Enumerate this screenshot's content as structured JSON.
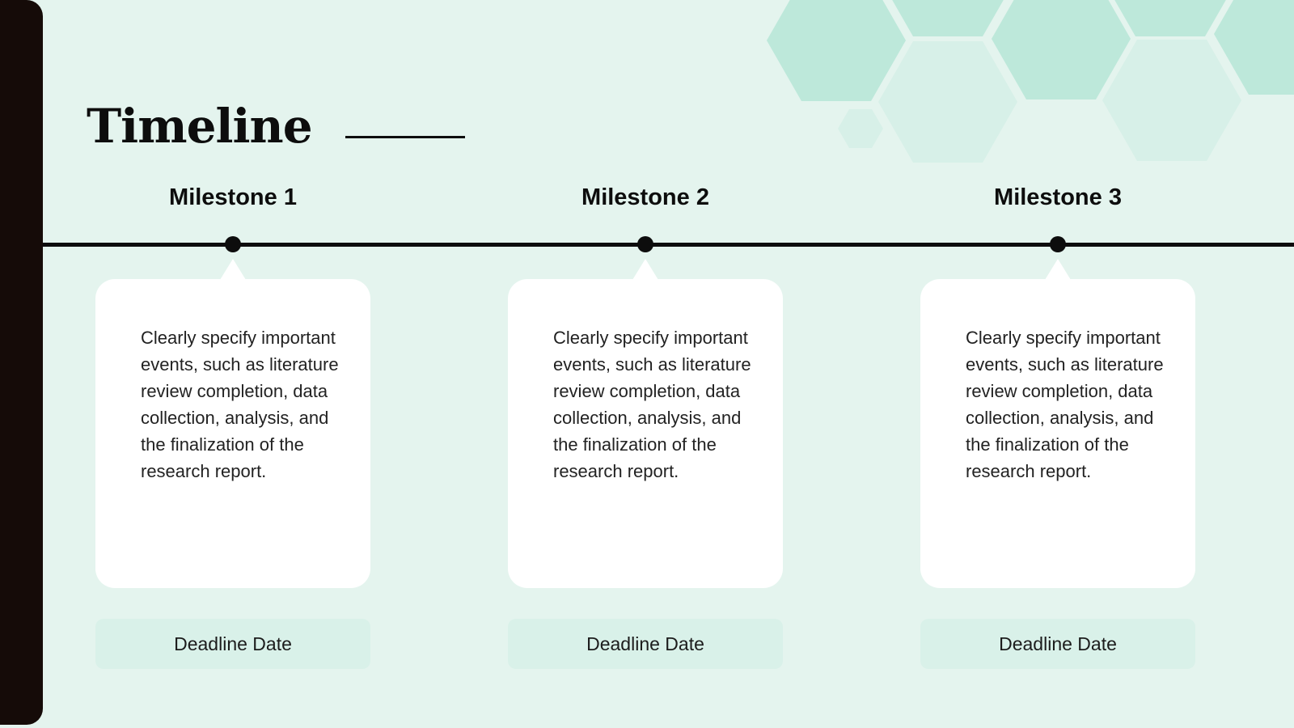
{
  "colors": {
    "background": "#e4f4ee",
    "bar": "#150b08",
    "hex-dark": "#bde8da",
    "hex-light": "#d7f0e8",
    "card": "#ffffff",
    "badge": "#d9f1e9",
    "ink": "#0d0d0d",
    "body-text": "#222222"
  },
  "title": {
    "text": "Timeline"
  },
  "milestones": [
    {
      "label": "Milestone 1",
      "description": "Clearly specify important events, such as literature review completion, data collection, analysis, and the finalization of the research report.",
      "deadline": "Deadline Date"
    },
    {
      "label": "Milestone 2",
      "description": "Clearly specify important events, such as literature review completion, data collection, analysis, and the finalization of the research report.",
      "deadline": "Deadline Date"
    },
    {
      "label": "Milestone 3",
      "description": "Clearly specify important events, such as literature review completion, data collection, analysis, and the finalization of the research report.",
      "deadline": "Deadline Date"
    }
  ]
}
